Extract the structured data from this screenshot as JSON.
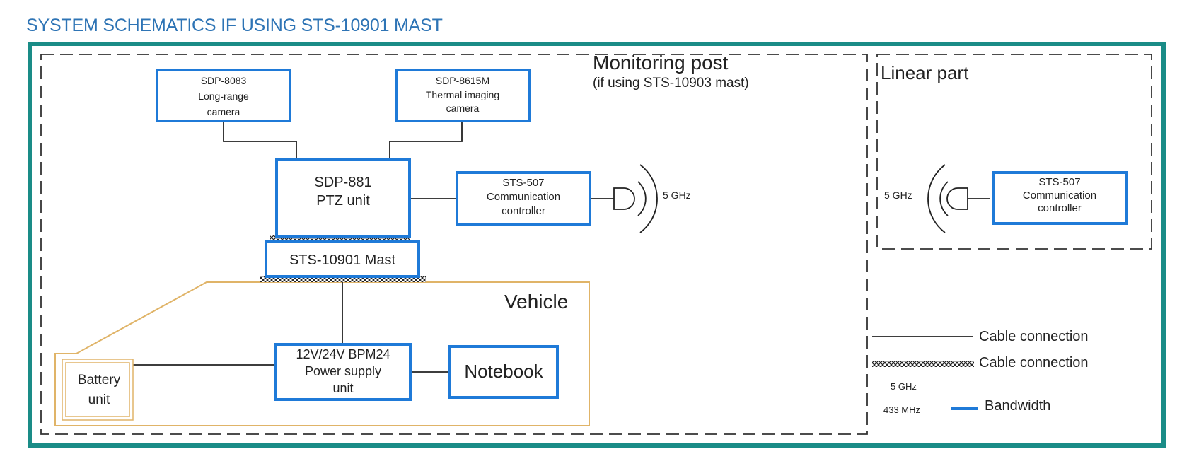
{
  "page_title": "SYSTEM SCHEMATICS IF USING STS-10901 MAST",
  "colors": {
    "title": "#2e74b5",
    "frame": "#1a8c87",
    "box": "#1f7ad8",
    "vehicle": "#e0b468",
    "line": "#222222"
  },
  "monitoring_post": {
    "title": "Monitoring post",
    "subtitle": "(if using STS-10903 mast)"
  },
  "linear_part": {
    "title": "Linear part"
  },
  "devices": {
    "camera_long": {
      "line1": "SDP-8083",
      "line2": "Long-range",
      "line3": "camera"
    },
    "camera_thermal": {
      "line1": "SDP-8615M",
      "line2": "Thermal imaging",
      "line3": "camera"
    },
    "ptz": {
      "line1": "SDP-881",
      "line2": "PTZ unit"
    },
    "comm_left": {
      "line1": "STS-507",
      "line2": "Communication",
      "line3": "controller"
    },
    "mast": {
      "label": "STS-10901 Mast"
    },
    "power": {
      "line1": "12V/24V BPM24",
      "line2": "Power supply",
      "line3": "unit"
    },
    "notebook": {
      "label": "Notebook"
    },
    "battery": {
      "line1": "Battery",
      "line2": "unit"
    },
    "comm_right": {
      "line1": "STS-507",
      "line2": "Communication",
      "line3": "controller"
    }
  },
  "antenna_left_label": "5 GHz",
  "antenna_right_label": "5 GHz",
  "vehicle": {
    "label": "Vehicle"
  },
  "legend": {
    "cable_solid": "Cable connection",
    "cable_hatched": "Cable connection",
    "freq_5ghz": "5 GHz",
    "freq_433": "433 MHz",
    "bandwidth": "Bandwidth"
  }
}
